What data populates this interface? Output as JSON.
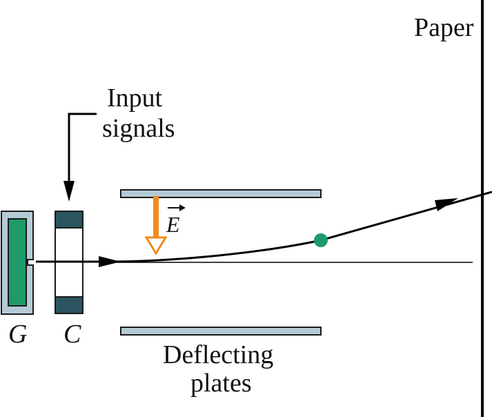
{
  "labels": {
    "paper": "Paper",
    "input_line1": "Input",
    "input_line2": "signals",
    "field": "E",
    "gun": "G",
    "control": "C",
    "plates_line1": "Deflecting",
    "plates_line2": "plates"
  },
  "colors": {
    "plate": "#b4cbd6",
    "plate_stroke": "#1a1a1a",
    "gun_fill": "#1f9a6a",
    "control_dark": "#2a5560",
    "field_arrow": "#f08a1e",
    "particle": "#1f9a6a",
    "line": "#000000"
  },
  "icons": {
    "field_arrow": "downward-hollow-arrow",
    "vector_symbol": "overhead-right-arrow"
  }
}
